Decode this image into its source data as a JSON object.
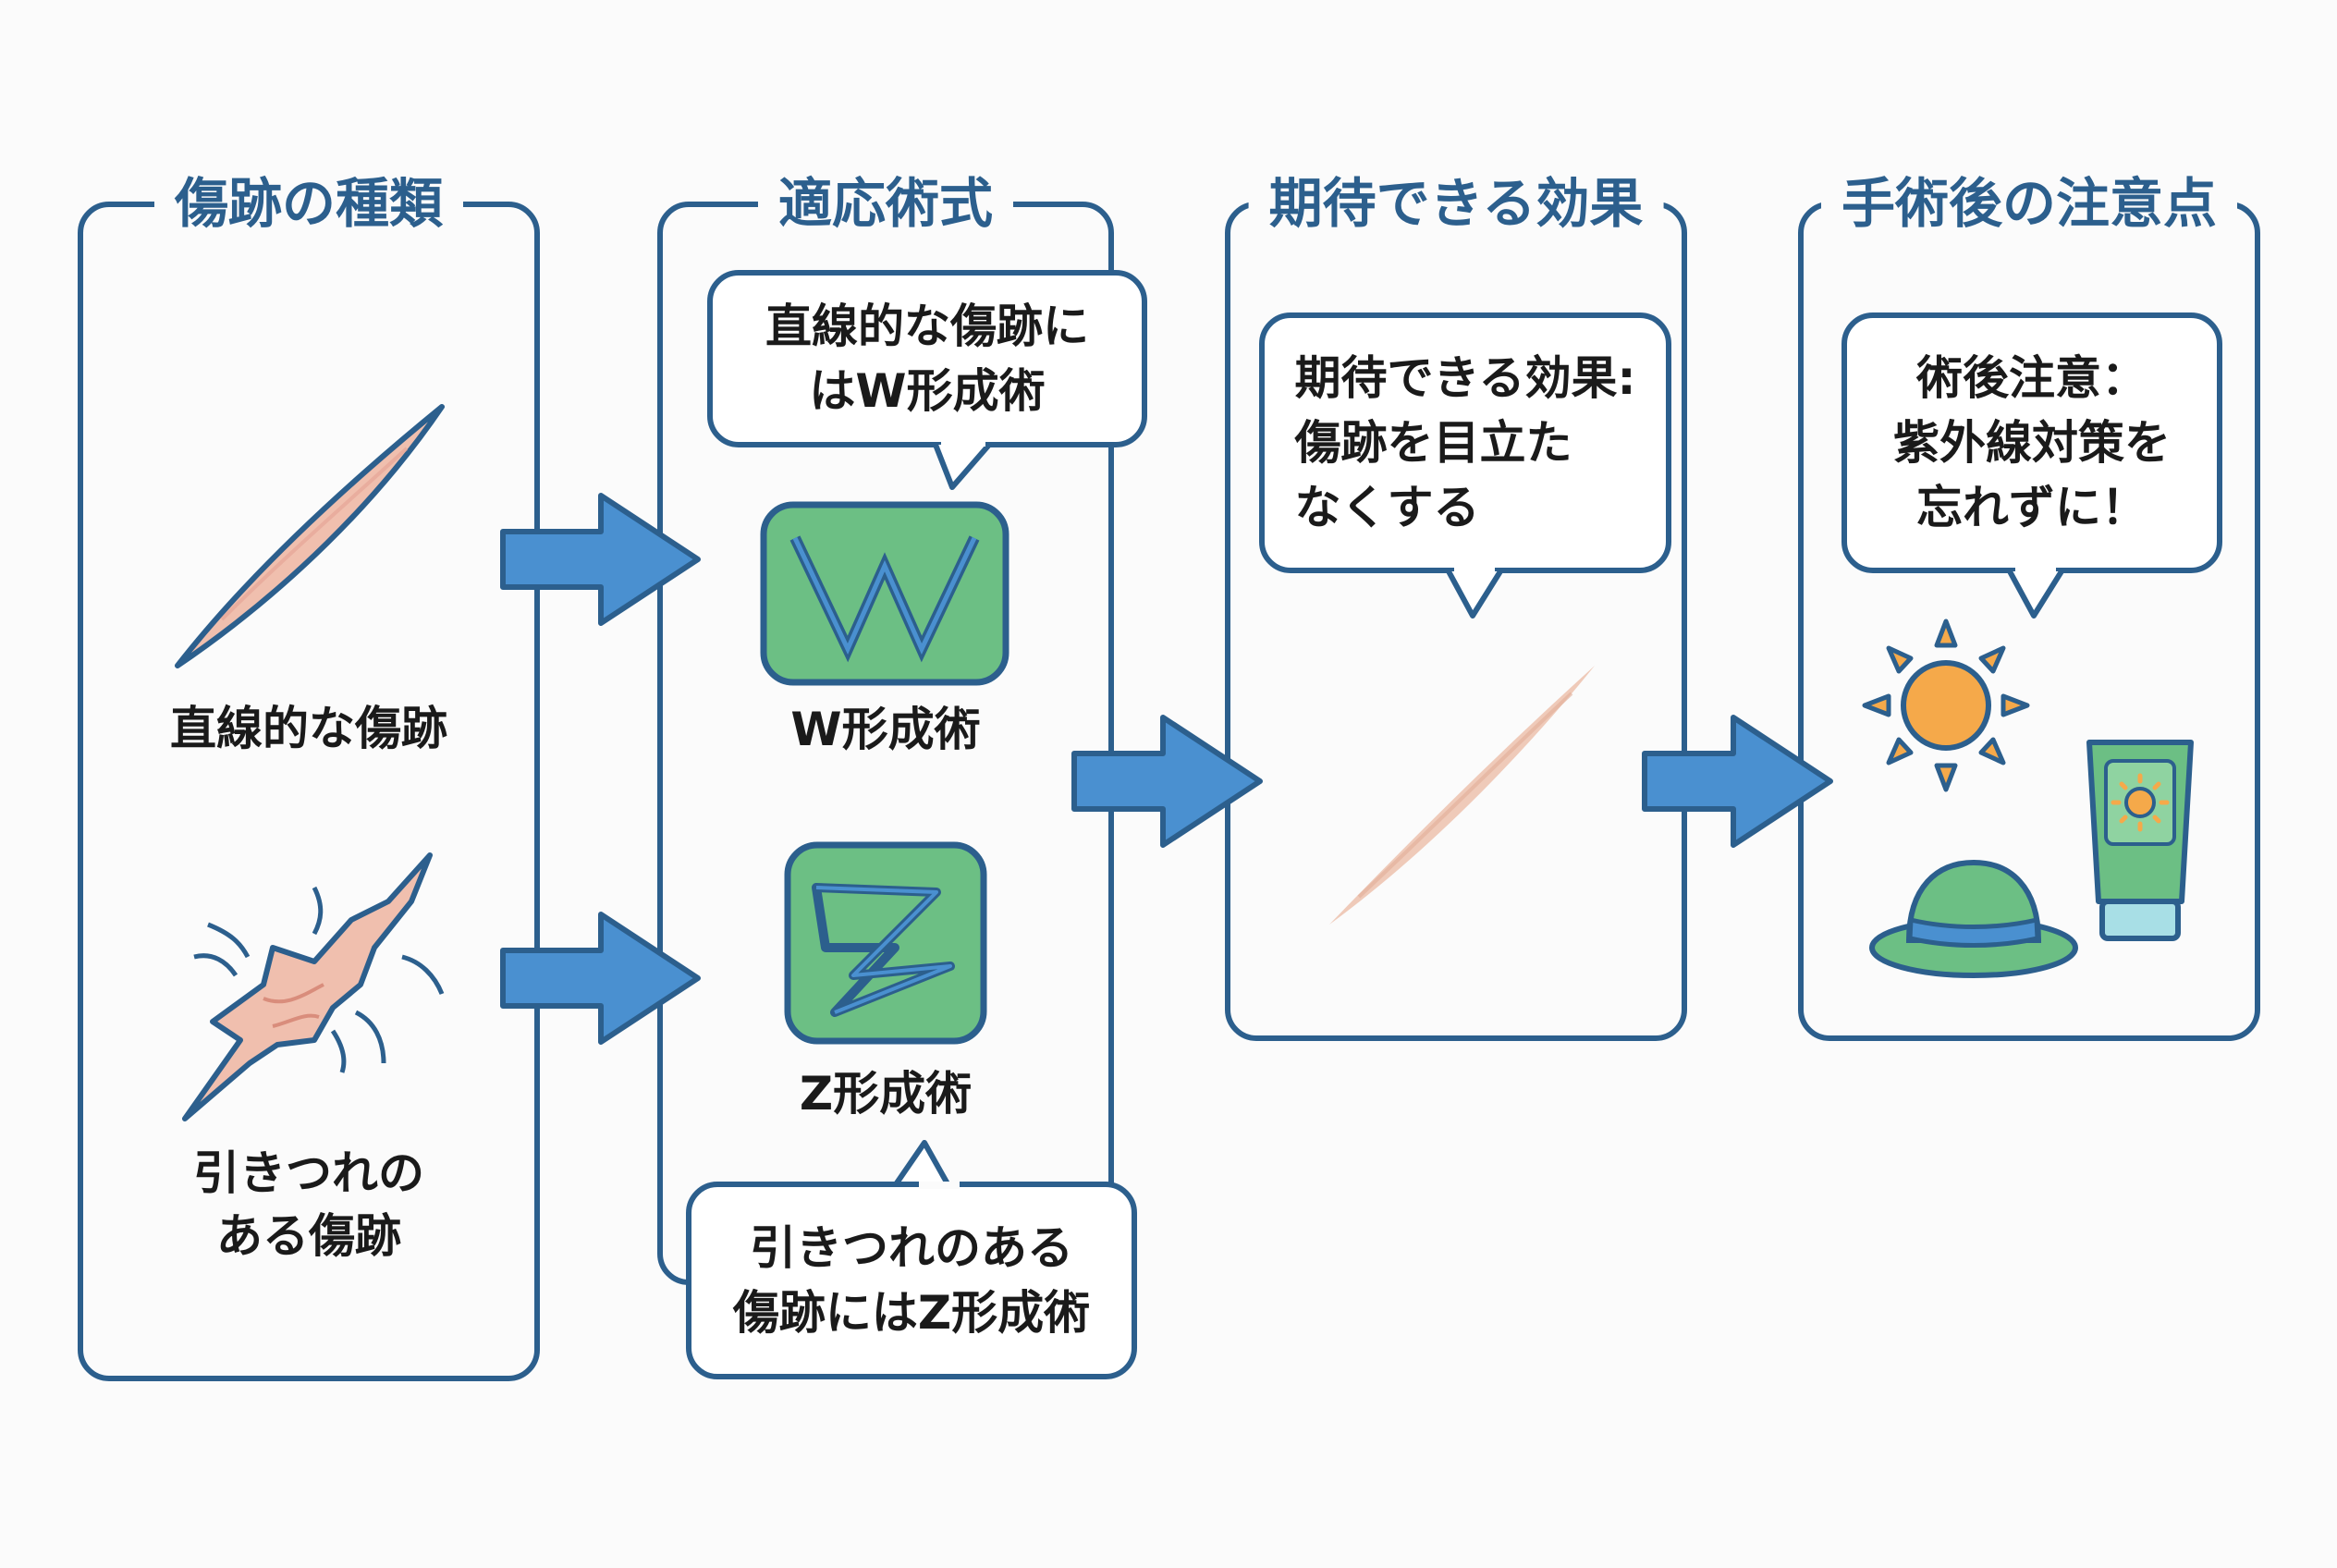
{
  "panels": {
    "scar_types": {
      "title": "傷跡の種類",
      "items": [
        {
          "label": "直線的な傷跡",
          "icon": "linear-scar-icon"
        },
        {
          "label": "引きつれの\nある傷跡",
          "icon": "contracture-scar-icon"
        }
      ]
    },
    "procedures": {
      "title": "適応術式",
      "bubble_top": "直線的な傷跡に\nはW形成術",
      "items": [
        {
          "label": "W形成術",
          "icon": "w-plasty-icon",
          "letter": "W"
        },
        {
          "label": "Z形成術",
          "icon": "z-plasty-icon",
          "letter": "Z"
        }
      ],
      "bubble_bottom": "引きつれのある\n傷跡にはZ形成術"
    },
    "effects": {
      "title": "期待できる効果",
      "bubble": "期待できる効果:\n傷跡を目立た\nなくする",
      "icon": "faded-scar-icon"
    },
    "aftercare": {
      "title": "手術後の注意点",
      "bubble": "術後注意：\n紫外線対策を\n忘れずに！",
      "icons": [
        "sun-icon",
        "sunscreen-icon",
        "hat-icon"
      ]
    }
  },
  "colors": {
    "outline": "#2c5f8d",
    "arrow_fill": "#4a90d0",
    "green": "#6cbf84",
    "skin": "#f0bfae",
    "sun": "#f5a94a"
  }
}
